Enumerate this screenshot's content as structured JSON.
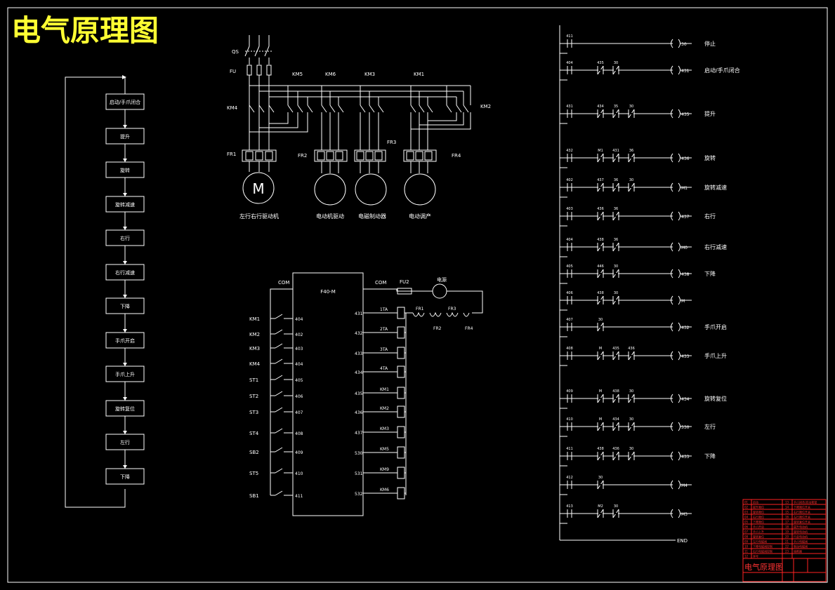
{
  "title": "电气原理图",
  "colors": {
    "background": "#000000",
    "line": "#ffffff",
    "title": "#ffff33",
    "frame": "#ff2222"
  },
  "flowchart": {
    "steps": [
      "启动/手爪闭合",
      "提升",
      "旋转",
      "旋转减速",
      "右行",
      "右行减速",
      "下降",
      "手爪开启",
      "手爪上升",
      "旋转复位",
      "左行",
      "下降"
    ]
  },
  "power": {
    "labels": {
      "qs": "QS",
      "fu": "FU",
      "km5": "KM5",
      "km6": "KM6",
      "km3": "KM3",
      "km1": "KM1",
      "km4": "KM4",
      "km2": "KM2",
      "fr1": "FR1",
      "fr2": "FR2",
      "fr3": "FR3",
      "fr4": "FR4"
    },
    "motor_symbol": "M",
    "motors": [
      "左行右行驱动机",
      "电动机驱动",
      "电磁制动器",
      "电动调产"
    ]
  },
  "plc": {
    "model": "F40-M",
    "com_in": "COM",
    "com_out": "COM",
    "fu2": "FU2",
    "power": "电源",
    "fr_labels": [
      "FR1",
      "FR2",
      "FR3",
      "FR4"
    ],
    "inputs": [
      {
        "dev": "KM1",
        "addr": "404"
      },
      {
        "dev": "KM2",
        "addr": "402"
      },
      {
        "dev": "KM3",
        "addr": "403"
      },
      {
        "dev": "KM4",
        "addr": "404"
      },
      {
        "dev": "ST1",
        "addr": "405"
      },
      {
        "dev": "ST2",
        "addr": "406"
      },
      {
        "dev": "ST3",
        "addr": "407"
      },
      {
        "dev": "ST4",
        "addr": "408"
      },
      {
        "dev": "SB2",
        "addr": "409"
      },
      {
        "dev": "ST5",
        "addr": "410"
      },
      {
        "dev": "SB1",
        "addr": "411"
      }
    ],
    "outputs": [
      {
        "addr": "431",
        "coil": "1TA"
      },
      {
        "addr": "432",
        "coil": "2TA"
      },
      {
        "addr": "433",
        "coil": "3TA"
      },
      {
        "addr": "434",
        "coil": "4TA"
      },
      {
        "addr": "435",
        "coil": "KM1"
      },
      {
        "addr": "436",
        "coil": "KM2"
      },
      {
        "addr": "437",
        "coil": "KM3"
      },
      {
        "addr": "530",
        "coil": "KM5"
      },
      {
        "addr": "531",
        "coil": "KM9"
      },
      {
        "addr": "532",
        "coil": "KM6"
      }
    ]
  },
  "ladder": {
    "rungs": [
      {
        "c": [
          "411"
        ],
        "out": "30",
        "label": "停止"
      },
      {
        "c": [
          "404",
          "435",
          "30"
        ],
        "out": "431",
        "label": "启动/手爪闭合"
      },
      {
        "c": [
          "431",
          "434",
          "35",
          "30"
        ],
        "out": "435",
        "label": "提升"
      },
      {
        "c": [
          "432",
          "M1",
          "431",
          "36"
        ],
        "out": "436",
        "label": "旋转"
      },
      {
        "c": [
          "402",
          "437",
          "36",
          "30"
        ],
        "out": "M1",
        "label": "旋转减速"
      },
      {
        "c": [
          "403",
          "436",
          "36"
        ],
        "out": "437",
        "label": "右行"
      },
      {
        "c": [
          "404",
          "438",
          "36"
        ],
        "out": "M0",
        "label": "右行减速"
      },
      {
        "c": [
          "405",
          "446",
          "30"
        ],
        "out": "438",
        "label": "下降"
      },
      {
        "c": [
          "406",
          "438",
          "30"
        ],
        "out": "M",
        "label": ""
      },
      {
        "c": [
          "407",
          "30"
        ],
        "out": "432",
        "label": "手爪开启"
      },
      {
        "c": [
          "408",
          "M",
          "435",
          "436"
        ],
        "out": "433",
        "label": "手爪上升"
      },
      {
        "c": [
          "409",
          "M",
          "438",
          "30"
        ],
        "out": "434",
        "label": "旋转复位"
      },
      {
        "c": [
          "410",
          "M",
          "434",
          "30"
        ],
        "out": "530",
        "label": "左行"
      },
      {
        "c": [
          "411",
          "438",
          "436",
          "30"
        ],
        "out": "433",
        "label": "下降"
      },
      {
        "c": [
          "412",
          "30"
        ],
        "out": "M4",
        "label": ""
      },
      {
        "c": [
          "413",
          "M2",
          "30"
        ],
        "out": "M3",
        "label": ""
      }
    ],
    "end": "END"
  },
  "title_block": {
    "drawing_title": "电气原理图",
    "rows": [
      [
        "01",
        "启动",
        "13",
        "手爪闭合/启动按钮"
      ],
      [
        "02",
        "提升限位",
        "14",
        "下降限位开关"
      ],
      [
        "03",
        "旋转限位",
        "15",
        "右行限位开关"
      ],
      [
        "04",
        "右行限位",
        "16",
        "左行限位开关"
      ],
      [
        "05",
        "下降限位",
        "17",
        "旋转复位开关"
      ],
      [
        "06",
        "手爪开启",
        "18",
        "提升电动机"
      ],
      [
        "07",
        "手爪上升",
        "19",
        "旋转电动机"
      ],
      [
        "08",
        "旋转复位",
        "20",
        "行走电动机"
      ],
      [
        "09",
        "左行电磁阀",
        "21",
        "手爪电磁阀"
      ],
      [
        "10",
        "下降电磁阀控制",
        "22",
        "制动电磁阀"
      ],
      [
        "11",
        "右行电磁阀控制",
        "23",
        "熔断器"
      ],
      [
        "12",
        "序号",
        "",
        ""
      ]
    ]
  }
}
